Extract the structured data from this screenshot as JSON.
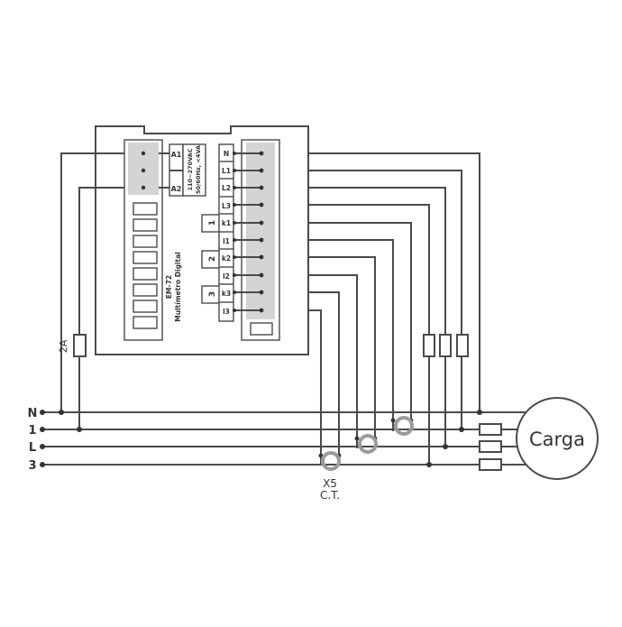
{
  "meter": {
    "model": "EM-72",
    "name": "Multímetro Digital",
    "supply_spec_1": "110~270VAC",
    "supply_spec_2": "50/60Hz, <4VA",
    "supply_terminals": [
      "A1",
      "A2"
    ],
    "measure_terminals": [
      "N",
      "L1",
      "L2",
      "L3",
      "k1",
      "l1",
      "k2",
      "l2",
      "k3",
      "l3"
    ],
    "ct_group_numbers": [
      "1",
      "2",
      "3"
    ]
  },
  "lines": [
    "N",
    "1",
    "L",
    "3"
  ],
  "fuse_label": "2A",
  "ct_label_1": "X5",
  "ct_label_2": "C.T.",
  "load_label": "Carga"
}
